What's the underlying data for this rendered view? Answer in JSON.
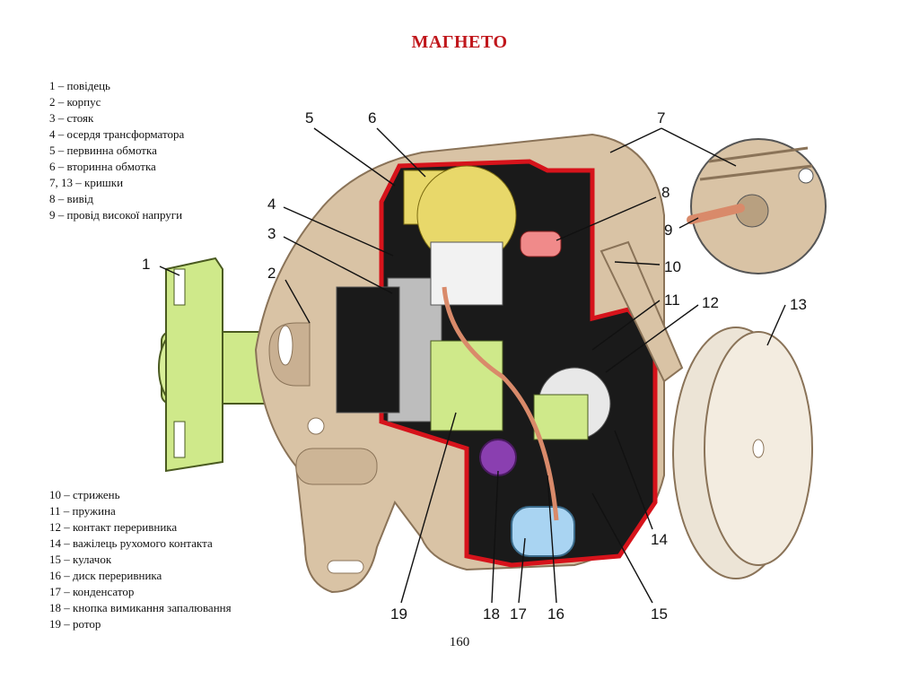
{
  "title": "МАГНЕТО",
  "page_number": "160",
  "legend_top": [
    "1 – повідець",
    "2 – корпус",
    "3 – стояк",
    "4 – осердя трансформатора",
    "5 – первинна обмотка",
    "6 – вторинна обмотка",
    "7, 13 – кришки",
    "8 – вивід",
    "9 – провід високої напруги"
  ],
  "legend_bottom": [
    "10 – стрижень",
    "11 – пружина",
    "12 – контакт переривника",
    "14 – важілець рухомого контакта",
    "15 – кулачок",
    "16 – диск переривника",
    "17 – конденсатор",
    "18 – кнопка вимикання запалювання",
    "19 – ротор"
  ],
  "callouts": {
    "c1": "1",
    "c2": "2",
    "c3": "3",
    "c4": "4",
    "c5": "5",
    "c6": "6",
    "c7": "7",
    "c8": "8",
    "c9": "9",
    "c10": "10",
    "c11": "11",
    "c12": "12",
    "c13": "13",
    "c14": "14",
    "c15": "15",
    "c16": "16",
    "c17": "17",
    "c18": "18",
    "c19": "19"
  },
  "colors": {
    "housing": "#d9c3a5",
    "housing_edge": "#8a7358",
    "cutaway_red": "#d6131b",
    "interior_dark": "#1a1a1a",
    "shaft_green": "#cfe98a",
    "coil_yellow": "#e8d86a",
    "capacitor_blue": "#a9d4f2",
    "button_purple": "#8a3fb0"
  }
}
